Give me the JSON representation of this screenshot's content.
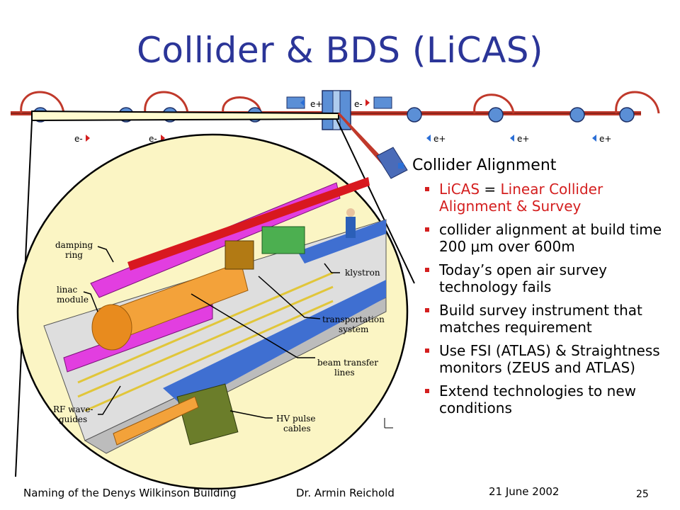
{
  "slide": {
    "title": "Collider & BDS (LiCAS)"
  },
  "beamline": {
    "labels_top": [
      "e+",
      "e-"
    ],
    "labels_bottom": [
      "e-",
      "e-",
      "e+",
      "e+",
      "e+"
    ]
  },
  "figure_labels": {
    "damping_ring": [
      "damping",
      "ring"
    ],
    "linac_module": [
      "linac",
      "module"
    ],
    "klystron": "klystron",
    "transportation_system": [
      "transportation",
      "system"
    ],
    "beam_transfer_lines": [
      "beam transfer",
      "lines"
    ],
    "rf_waveguides": [
      "RF wave-",
      "guides"
    ],
    "hv_pulse_cables": [
      "HV pulse",
      "cables"
    ]
  },
  "bullets": {
    "main": "Collider Alignment",
    "sub": [
      {
        "parts": [
          {
            "t": "LiCAS",
            "red": true
          },
          {
            "t": " = ",
            "red": false
          },
          {
            "t": "Li",
            "red": true
          },
          {
            "t": "near ",
            "red": true
          },
          {
            "t": "C",
            "red": true
          },
          {
            "t": "ollider ",
            "red": true
          },
          {
            "t": "A",
            "red": true
          },
          {
            "t": "lignment & ",
            "red": true
          },
          {
            "t": "S",
            "red": true
          },
          {
            "t": "urvey",
            "red": true
          }
        ]
      },
      {
        "text": "collider alignment at build time 200 μm over 600m"
      },
      {
        "text": "Today’s open air survey technology fails"
      },
      {
        "text": "Build survey instrument that matches requirement"
      },
      {
        "text": "Use FSI (ATLAS) & Straightness monitors (ZEUS and ATLAS)"
      },
      {
        "text": "Extend technologies to new conditions"
      }
    ]
  },
  "footer": {
    "left": "Naming of the Denys Wilkinson Building",
    "author": "Dr. Armin Reichold",
    "date": "21 June 2002",
    "page": "25"
  },
  "colors": {
    "title": "#2b3598",
    "accent_red": "#d41f1f",
    "ellipse_fill": "#fbf5c4",
    "beam_line": "#c0392b",
    "magnet_blue": "#5b8fd6"
  }
}
